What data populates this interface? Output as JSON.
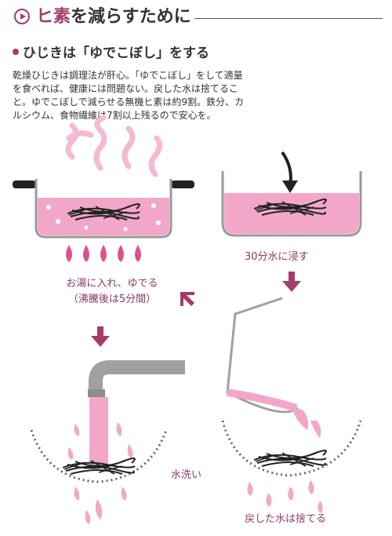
{
  "header": {
    "title_accent": "ヒ素",
    "title_rest": "を減らすために"
  },
  "subhead": {
    "text": "ひじきは「ゆでこぼし」をする"
  },
  "body": {
    "lines": [
      "乾燥ひじきは調理法が肝心。「ゆでこぼし」をして適量",
      "を食べれば、健康には問題ない。戻した水は捨てるこ",
      "と。ゆでこぼしで減らせる無機ヒ素は約9割。鉄分、カ",
      "ルシウム、食物繊維は7割以上残るので安心を。"
    ]
  },
  "steps": {
    "soak": "30分水に浸す",
    "boil_line1": "お湯に入れ、ゆでる",
    "boil_line2": "（沸騰後は5分間）",
    "rinse": "水洗い",
    "discard": "戻した水は捨てる"
  },
  "colors": {
    "accent": "#a23e6c",
    "pink": "#f2a7c9",
    "gray": "#9a9a9a"
  }
}
